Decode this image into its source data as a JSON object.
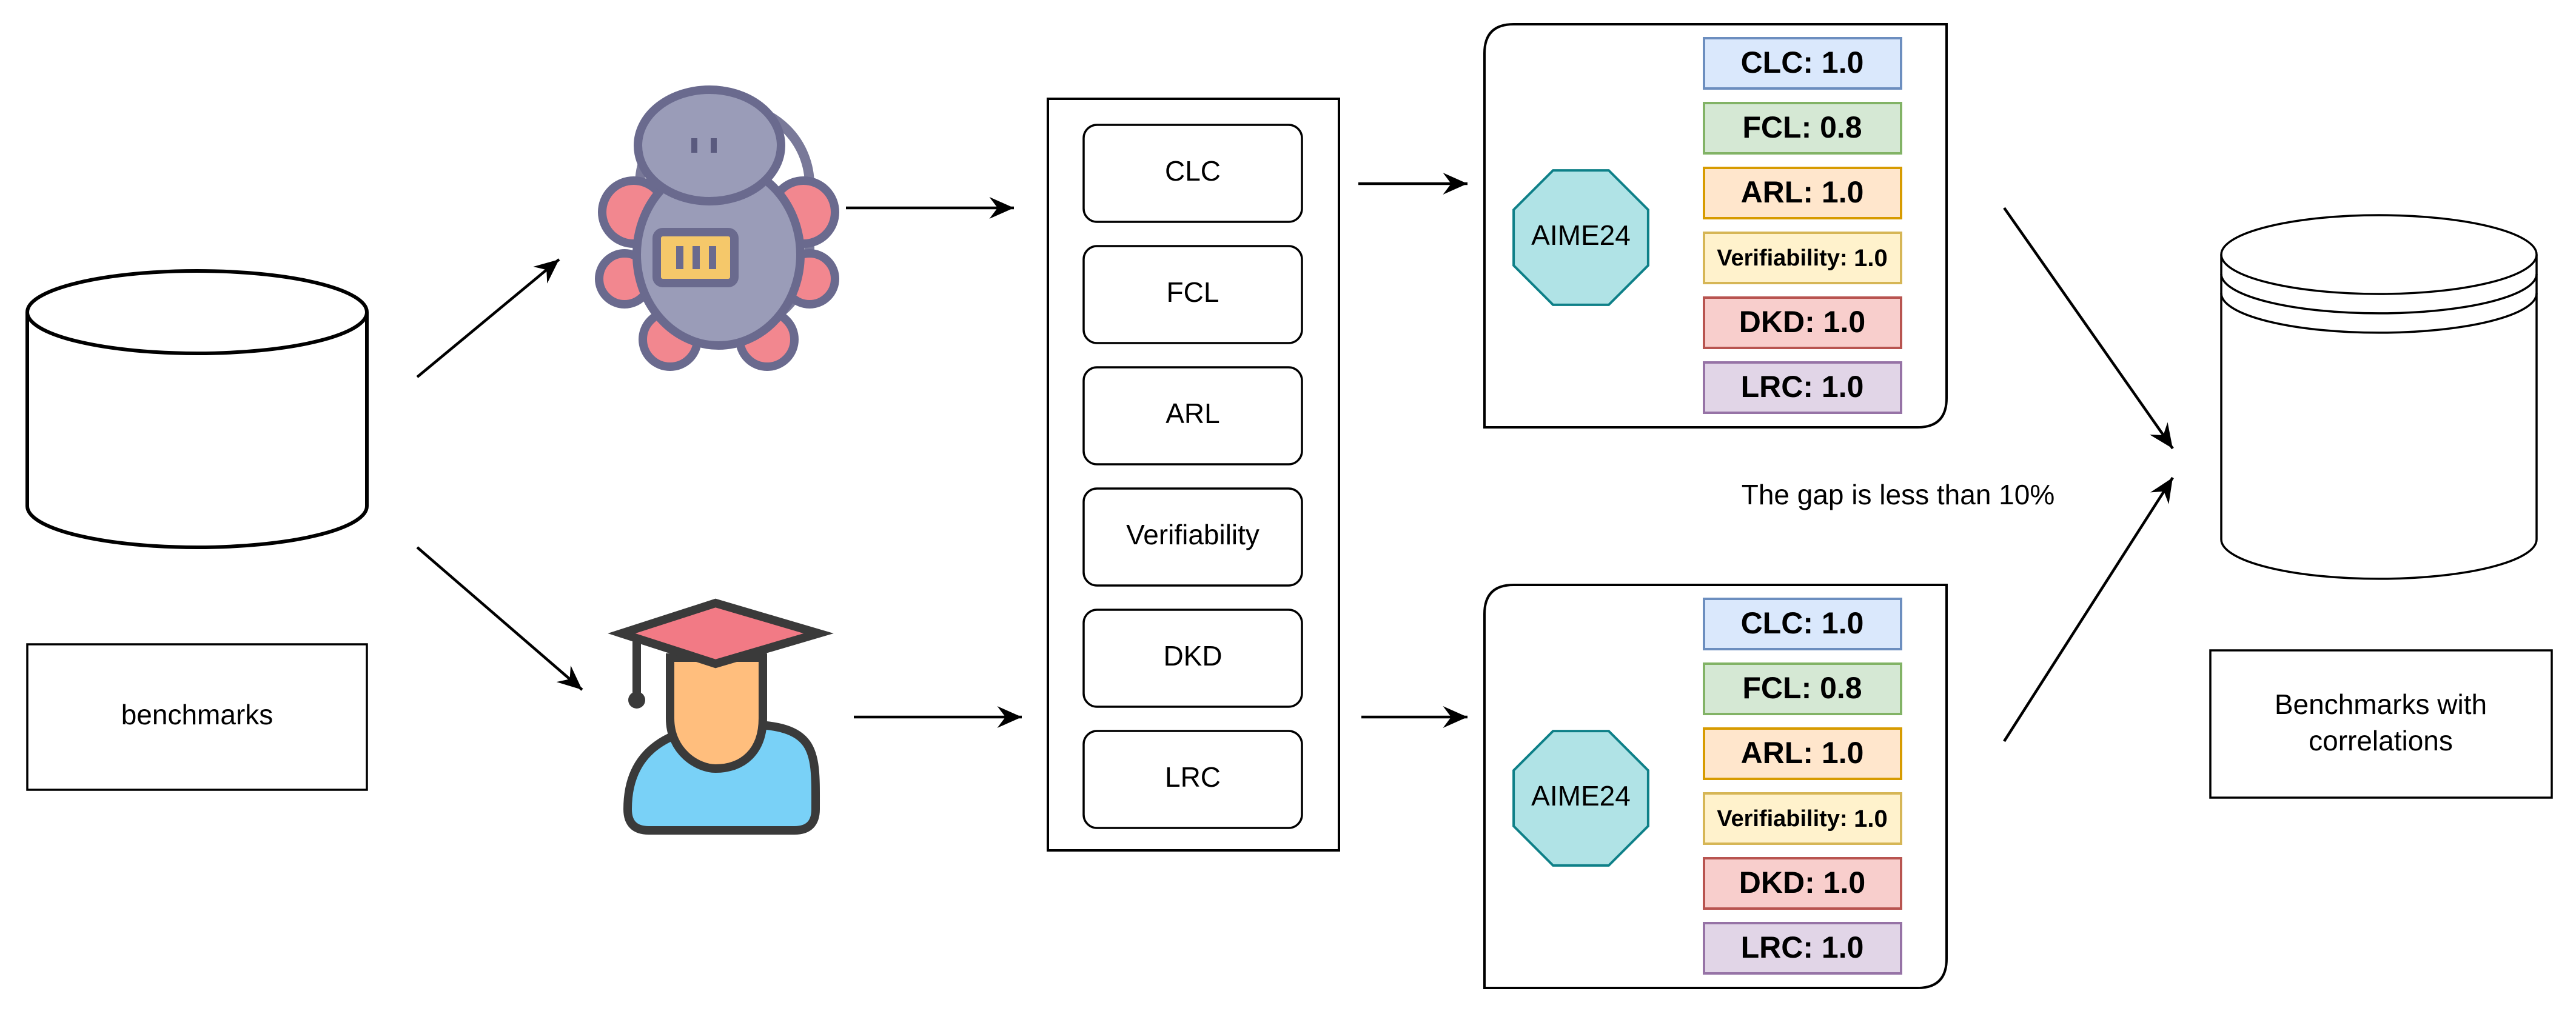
{
  "left": {
    "source_label": "benchmarks"
  },
  "criteria": [
    "CLC",
    "FCL",
    "ARL",
    "Verifiability",
    "DKD",
    "LRC"
  ],
  "panels": [
    {
      "benchmark": "AIME24",
      "scores": [
        {
          "name": "CLC",
          "value": "1.0",
          "fill": "#dae8fc",
          "stroke": "#6c8ebf"
        },
        {
          "name": "FCL",
          "value": "0.8",
          "fill": "#d5e8d4",
          "stroke": "#82b366"
        },
        {
          "name": "ARL",
          "value": "1.0",
          "fill": "#ffe6cc",
          "stroke": "#d79b00"
        },
        {
          "name": "Verifiability",
          "value": "1.0",
          "fill": "#fff2cc",
          "stroke": "#d6b656"
        },
        {
          "name": "DKD",
          "value": "1.0",
          "fill": "#f8cecc",
          "stroke": "#b85450"
        },
        {
          "name": "LRC",
          "value": "1.0",
          "fill": "#e1d5e7",
          "stroke": "#9673a6"
        }
      ]
    },
    {
      "benchmark": "AIME24",
      "scores": [
        {
          "name": "CLC",
          "value": "1.0",
          "fill": "#dae8fc",
          "stroke": "#6c8ebf"
        },
        {
          "name": "FCL",
          "value": "0.8",
          "fill": "#d5e8d4",
          "stroke": "#82b366"
        },
        {
          "name": "ARL",
          "value": "1.0",
          "fill": "#ffe6cc",
          "stroke": "#d79b00"
        },
        {
          "name": "Verifiability",
          "value": "1.0",
          "fill": "#fff2cc",
          "stroke": "#d6b656"
        },
        {
          "name": "DKD",
          "value": "1.0",
          "fill": "#f8cecc",
          "stroke": "#b85450"
        },
        {
          "name": "LRC",
          "value": "1.0",
          "fill": "#e1d5e7",
          "stroke": "#9673a6"
        }
      ]
    }
  ],
  "gap_note": "The gap is less than 10%",
  "output": {
    "label_line1": "Benchmarks with",
    "label_line2": "correlations"
  },
  "colors": {
    "octagon_fill": "#b0e3e6",
    "octagon_stroke": "#0e8088",
    "robot_body": "#9a9cb8",
    "robot_accent": "#f2878f",
    "robot_panel": "#f5c86a",
    "robot_outline": "#6a6a8e",
    "cap": "#f27a85",
    "face": "#ffbe7d",
    "shirt": "#79d1f7",
    "person_outline": "#3a3a3a"
  }
}
